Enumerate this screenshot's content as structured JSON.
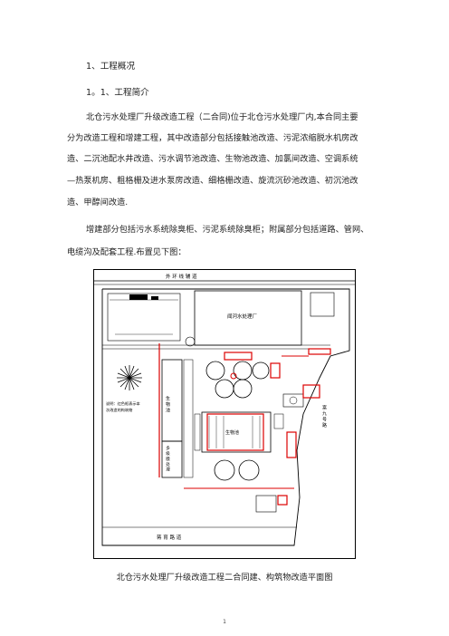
{
  "headings": {
    "h1": "1、工程概况",
    "h2": "1。1、工程简介"
  },
  "paragraph1": [
    "北仓污水处理厂升级改造工程（二合同)位于北仓污水处理厂内,本合同主要",
    "分为改造工程和增建工程，其中改造部分包括接触池改造、污泥浓缩脱水机房改",
    "造、二沉池配水井改造、污水调节池改造、生物池改造、加氯间改造、空调系统",
    "—热泵机房、粗格栅及进水泵房改造、细格栅改造、旋流沉砂池改造、初沉池改",
    "造、甲醇间改造."
  ],
  "paragraph2": [
    "增建部分包括污水系统除臭柜、污泥系统除臭柜；附属部分包括道路、管网、",
    "电缆沟及配套工程.布置见下图："
  ],
  "figure": {
    "road_top": "外 环 线 辅 道",
    "road_right": "富 九 号 路",
    "road_bottom": "蒋 育 路 道",
    "plant_label": "闻河水处理厂",
    "basin1": "生 物 池",
    "basin2": "生物池",
    "basin3": "多 级 膜 处 理",
    "note": "说明：红色框表示本次改造的构筑物"
  },
  "caption": "北仓污水处理厂升级改造工程二合同建、构筑物改造平面图",
  "page_number": "1"
}
